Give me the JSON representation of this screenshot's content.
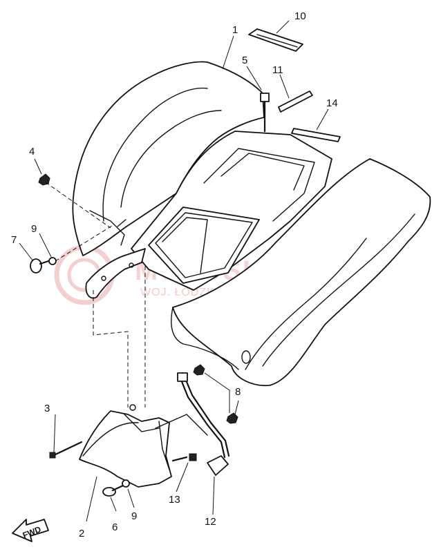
{
  "watermark": {
    "brand": "MOTOSKLEP.PL",
    "tagline": "WOJ. ŁÓDZKIE | DEALER YAMAHA"
  },
  "fwd_label": "FWD",
  "callouts": [
    "1",
    "2",
    "3",
    "4",
    "5",
    "6",
    "7",
    "8",
    "9",
    "9",
    "10",
    "11",
    "12",
    "13",
    "14"
  ],
  "colors": {
    "line": "#111111",
    "watermark": "#e9a0a0",
    "background": "#ffffff"
  }
}
